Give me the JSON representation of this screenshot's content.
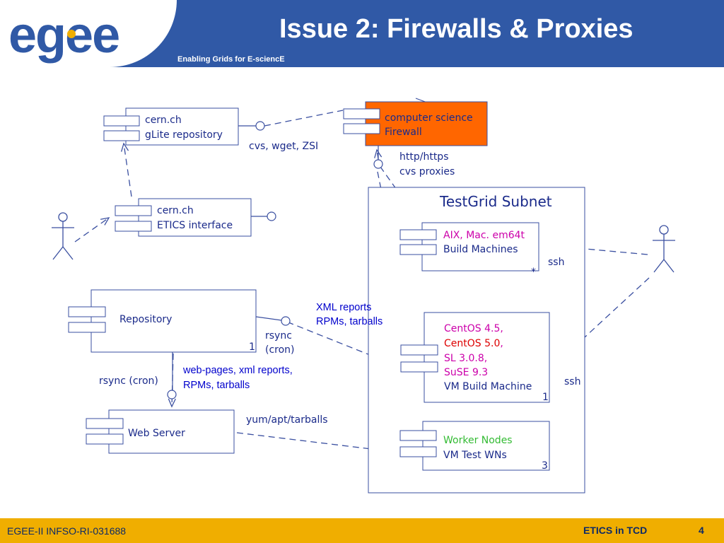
{
  "header": {
    "logo_text": "egee",
    "title": "Issue 2: Firewalls & Proxies",
    "tagline": "Enabling Grids for E-sciencE"
  },
  "footer": {
    "left": "EGEE-II INFSO-RI-031688",
    "center": "ETICS in TCD",
    "page_number": "4"
  },
  "colors": {
    "header_blue": "#3059a6",
    "footer_gold": "#f0ae00",
    "firewall_orange": "#ff6600",
    "aix_magenta": "#cc00aa",
    "centos_red": "#dd0000",
    "worker_green": "#33bb33",
    "text_blue": "#1a2a8a"
  },
  "diagram": {
    "cern_repo": {
      "line1": "cern.ch",
      "line2": "gLite repository"
    },
    "firewall": {
      "line1": "computer science",
      "line2": "Firewall"
    },
    "cvs_label": "cvs, wget, ZSI",
    "proxy_label1": "http/https",
    "proxy_label2": "cvs proxies",
    "etics": {
      "line1": "cern.ch",
      "line2": "ETICS interface"
    },
    "subnet_title": "TestGrid Subnet",
    "build_machines": {
      "line1": "AIX, Mac. em64t",
      "line2": "Build Machines",
      "multiplicity": "*"
    },
    "ssh1": "ssh",
    "repository": {
      "name": "Repository",
      "multiplicity": "1"
    },
    "xml_reports1": "XML reports",
    "xml_reports2": "RPMs, tarballs",
    "rsync1": "rsync",
    "rsync2": "(cron)",
    "vm_build": {
      "l1": "CentOS 4.5,",
      "l2a": "CentOS 5.0",
      "l2b": ",",
      "l3": "SL 3.0.8,",
      "l4": "SuSE 9.3",
      "l5": "VM Build Machine",
      "multiplicity": "1"
    },
    "ssh2": "ssh",
    "web_pages1": "web-pages, xml reports,",
    "web_pages2": "RPMs, tarballs",
    "rsync_cron": "rsync (cron)",
    "web_server": {
      "name": "Web Server"
    },
    "yum_label": "yum/apt/tarballs",
    "worker_nodes": {
      "line1": "Worker Nodes",
      "line2": "VM Test WNs",
      "multiplicity": "3"
    }
  }
}
